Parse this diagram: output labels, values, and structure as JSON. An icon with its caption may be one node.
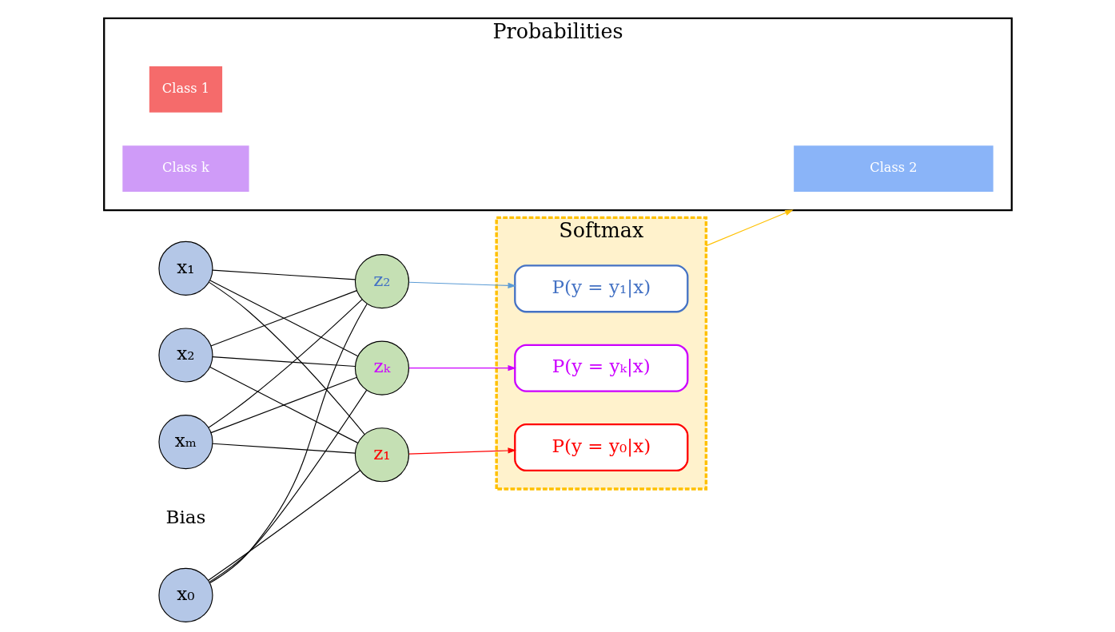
{
  "diagram": {
    "nodes": [
      {
        "text": [
          "x₀"
        ]
      },
      {
        "text": [
          "x₁"
        ]
      },
      {
        "text": [
          "x₂"
        ]
      },
      {
        "text": [
          "xₘ"
        ]
      },
      {
        "text": [
          "z₁"
        ]
      },
      {
        "text": [
          "z₂"
        ]
      },
      {
        "text": [
          "zₖ"
        ]
      },
      {
        "text": [
          "Softmax"
        ]
      },
      {
        "text": [
          "P(y = y₀|x)"
        ],
        "in": 7
      },
      {
        "text": [
          "P(y = y₁|x)"
        ],
        "in": 7
      },
      {
        "text": [
          "P(y = yₖ|x)"
        ],
        "in": 7
      },
      {
        "text": [
          "Probabilities"
        ]
      },
      {
        "text": [
          "Class 1"
        ],
        "in": 11
      },
      {
        "text": [
          "Class 2"
        ],
        "in": 11
      },
      {
        "text": [
          "Class k"
        ],
        "in": 11
      }
    ],
    "edges": [
      {
        "from": 0,
        "to": 4,
        "arrow": "none"
      },
      {
        "from": 0,
        "to": 5,
        "arrow": "none"
      },
      {
        "from": 0,
        "to": 6,
        "arrow": "none"
      },
      {
        "from": 1,
        "to": 4,
        "arrow": "none"
      },
      {
        "from": 1,
        "to": 5,
        "arrow": "none"
      },
      {
        "from": 1,
        "to": 6,
        "arrow": "none"
      },
      {
        "from": 2,
        "to": 4,
        "arrow": "none"
      },
      {
        "from": 2,
        "to": 5,
        "arrow": "none"
      },
      {
        "from": 2,
        "to": 6,
        "arrow": "none"
      },
      {
        "from": 3,
        "to": 4,
        "arrow": "none"
      },
      {
        "from": 3,
        "to": 5,
        "arrow": "none"
      },
      {
        "from": 3,
        "to": 6,
        "arrow": "none"
      },
      {
        "from": 4,
        "to": 8,
        "arrow": "to",
        "color": "#ff0000"
      },
      {
        "from": 5,
        "to": 9,
        "arrow": "to",
        "color": "#5b9bd5"
      },
      {
        "from": 6,
        "to": 10,
        "arrow": "to",
        "color": "#cc00ff"
      },
      {
        "from": 7,
        "to": 11,
        "arrow": "to",
        "color": "#ffc000"
      }
    ],
    "labels": [
      "Bias"
    ]
  }
}
